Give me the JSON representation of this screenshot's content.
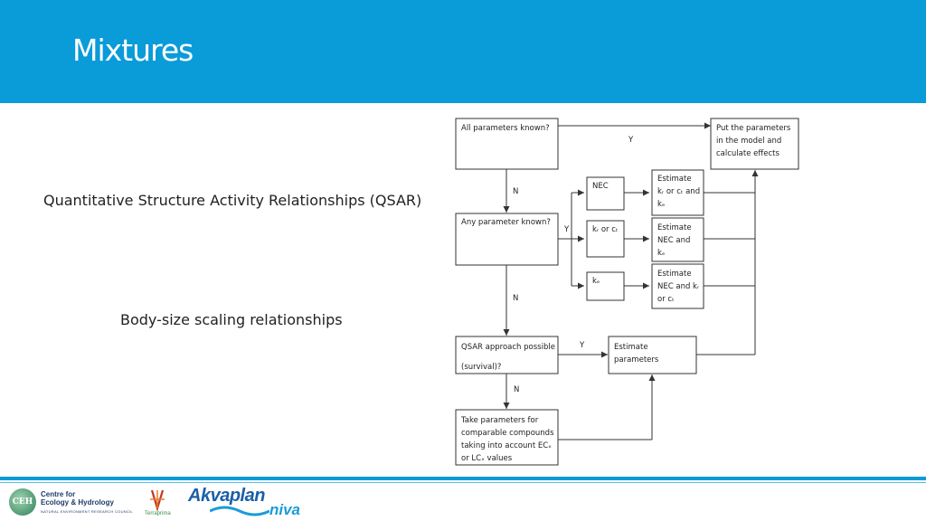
{
  "slide": {
    "title": "Mixtures",
    "left_items": [
      "Quantitative Structure Activity Relationships (QSAR)",
      "Body-size scaling relationships"
    ]
  },
  "flowchart": {
    "nodes": {
      "all_known": [
        "All parameters known?"
      ],
      "put_params": [
        "Put the parameters",
        "in the model and",
        "calculate effects"
      ],
      "any_known": [
        "Any parameter known?"
      ],
      "nec": [
        "NEC"
      ],
      "kr_ct": [
        "kᵣ or cₜ"
      ],
      "ke": [
        "kₑ"
      ],
      "est1": [
        "Estimate",
        "kᵣ or cₜ and",
        "kₑ"
      ],
      "est2": [
        "Estimate",
        "NEC and",
        "kₑ"
      ],
      "est3": [
        "Estimate",
        "NEC and kᵣ",
        "or cₜ"
      ],
      "qsar": [
        "QSAR approach possible",
        "",
        "(survival)?"
      ],
      "est_params": [
        "Estimate",
        "parameters"
      ],
      "take_params": [
        "Take parameters for",
        "comparable compounds",
        "taking into account ECₓ",
        "or LCₓ values"
      ]
    },
    "edge_labels": {
      "yes_top": "Y",
      "no_1": "N",
      "yes_mid": "Y",
      "no_2": "N",
      "yes_qsar": "Y",
      "no_3": "N"
    }
  },
  "footer": {
    "logos": [
      {
        "name": "ceh-logo",
        "mark": "CEH",
        "lines": [
          "Centre for",
          "Ecology & Hydrology"
        ],
        "sub": "NATURAL ENVIRONMENT RESEARCH COUNCIL"
      },
      {
        "name": "terraprima-logo",
        "text": "Terraprima"
      },
      {
        "name": "akvaplan-niva-logo",
        "text_a": "Akvaplan",
        "text_b": "niva"
      }
    ]
  },
  "colors": {
    "header_blue": "#0a9bd9",
    "title_text": "#ffffff"
  }
}
